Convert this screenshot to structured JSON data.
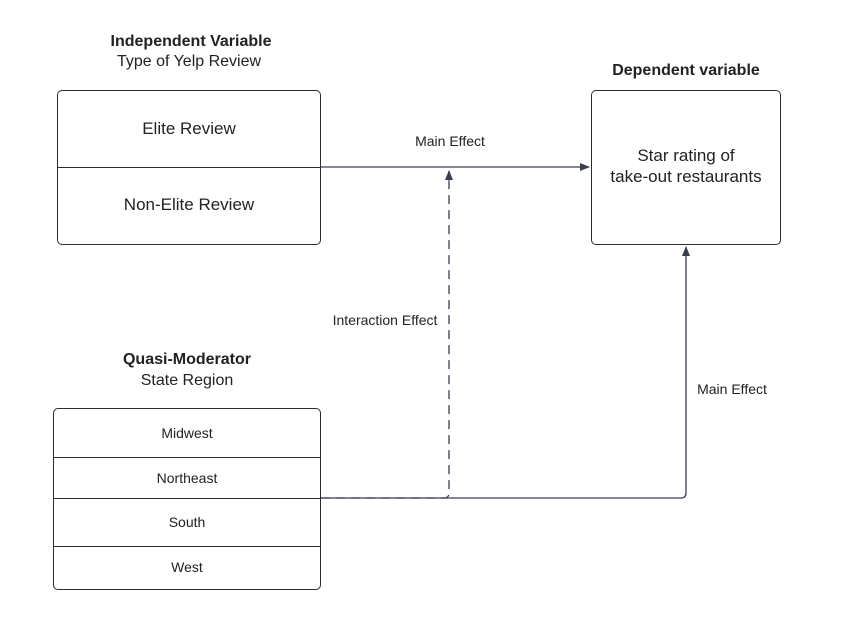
{
  "independent": {
    "title": "Independent Variable",
    "subtitle": "Type of Yelp Review",
    "rows": [
      "Elite Review",
      "Non-Elite Review"
    ]
  },
  "dependent": {
    "title": "Dependent variable",
    "line1": "Star rating of",
    "line2": "take-out restaurants"
  },
  "moderator": {
    "title": "Quasi-Moderator",
    "subtitle": "State Region",
    "rows": [
      "Midwest",
      "Northeast",
      "South",
      "West"
    ]
  },
  "edges": {
    "main_effect_top": "Main Effect",
    "interaction_effect": "Interaction Effect",
    "main_effect_right": "Main Effect"
  },
  "colors": {
    "line": "#3a3d4d",
    "border": "#2b2b2b",
    "text": "#222222"
  }
}
